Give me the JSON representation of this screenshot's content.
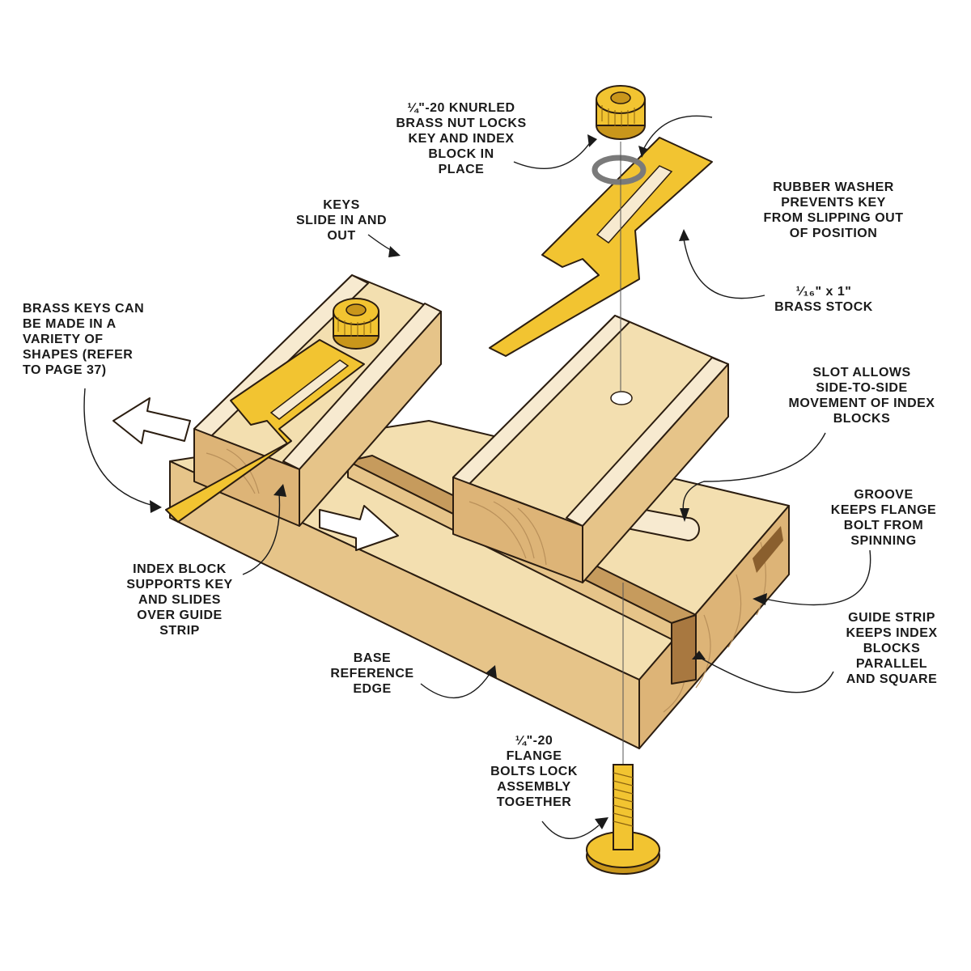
{
  "colors": {
    "wood_top": "#f3dfb0",
    "wood_side": "#e6c489",
    "wood_dark": "#c69b5d",
    "wood_end": "#ddb477",
    "brass": "#f2c431",
    "brass_dark": "#c9961b",
    "outline": "#2b1d10",
    "text": "#1a1a1a"
  },
  "callouts": {
    "knurled_nut": [
      "¼\"-20 KNURLED",
      "BRASS NUT LOCKS",
      "KEY AND INDEX",
      "BLOCK IN",
      "PLACE"
    ],
    "keys_slide": [
      "KEYS",
      "SLIDE IN AND",
      "OUT"
    ],
    "rubber_washer": [
      "RUBBER WASHER",
      "PREVENTS KEY",
      "FROM SLIPPING OUT",
      "OF POSITION"
    ],
    "brass_stock": [
      "¹⁄₁₆\" x 1\"",
      "BRASS STOCK"
    ],
    "brass_keys": [
      "BRASS KEYS CAN",
      "BE MADE IN A",
      "VARIETY OF",
      "SHAPES (REFER",
      "TO PAGE 37)"
    ],
    "slot": [
      "SLOT ALLOWS",
      "SIDE-TO-SIDE",
      "MOVEMENT OF INDEX",
      "BLOCKS"
    ],
    "groove": [
      "GROOVE",
      "KEEPS FLANGE",
      "BOLT FROM",
      "SPINNING"
    ],
    "index_block": [
      "INDEX BLOCK",
      "SUPPORTS KEY",
      "AND SLIDES",
      "OVER GUIDE",
      "STRIP"
    ],
    "guide_strip": [
      "GUIDE STRIP",
      "KEEPS INDEX",
      "BLOCKS",
      "PARALLEL",
      "AND SQUARE"
    ],
    "base_edge": [
      "BASE",
      "REFERENCE",
      "EDGE"
    ],
    "flange_bolts": [
      "¼\"-20",
      "FLANGE",
      "BOLTS LOCK",
      "ASSEMBLY",
      "TOGETHER"
    ]
  }
}
